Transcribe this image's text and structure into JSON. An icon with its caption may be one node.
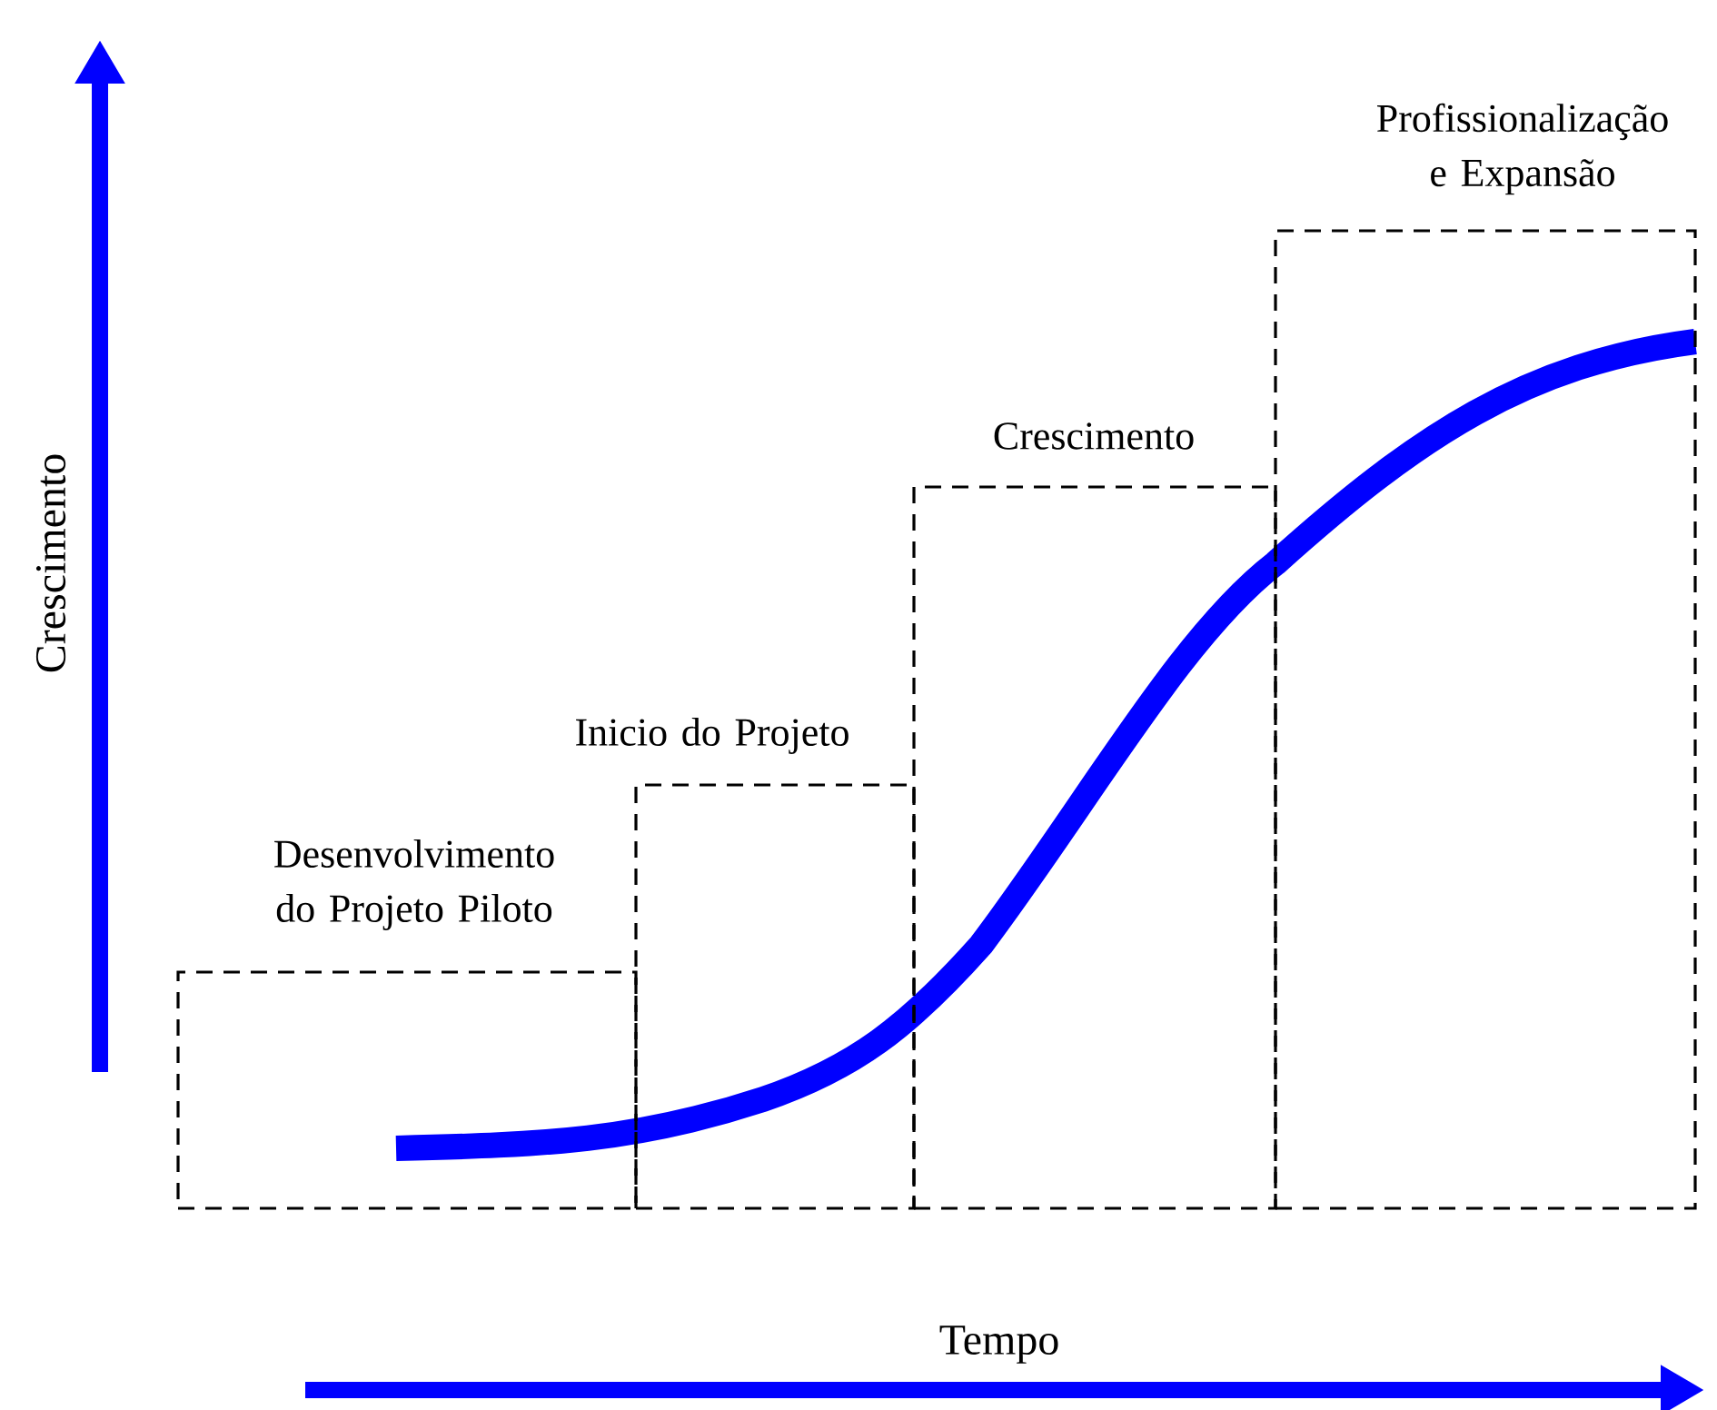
{
  "diagram": {
    "nodes": [
      {
        "text": [
          "Desenvolvimento do Projeto Piloto"
        ]
      },
      {
        "text": [
          "Inicio do Projeto"
        ]
      },
      {
        "text": [
          "Crescimento"
        ]
      },
      {
        "text": [
          "Profissionalização e Expansão"
        ]
      }
    ],
    "labels": [
      "Crescimento",
      "Tempo"
    ]
  }
}
